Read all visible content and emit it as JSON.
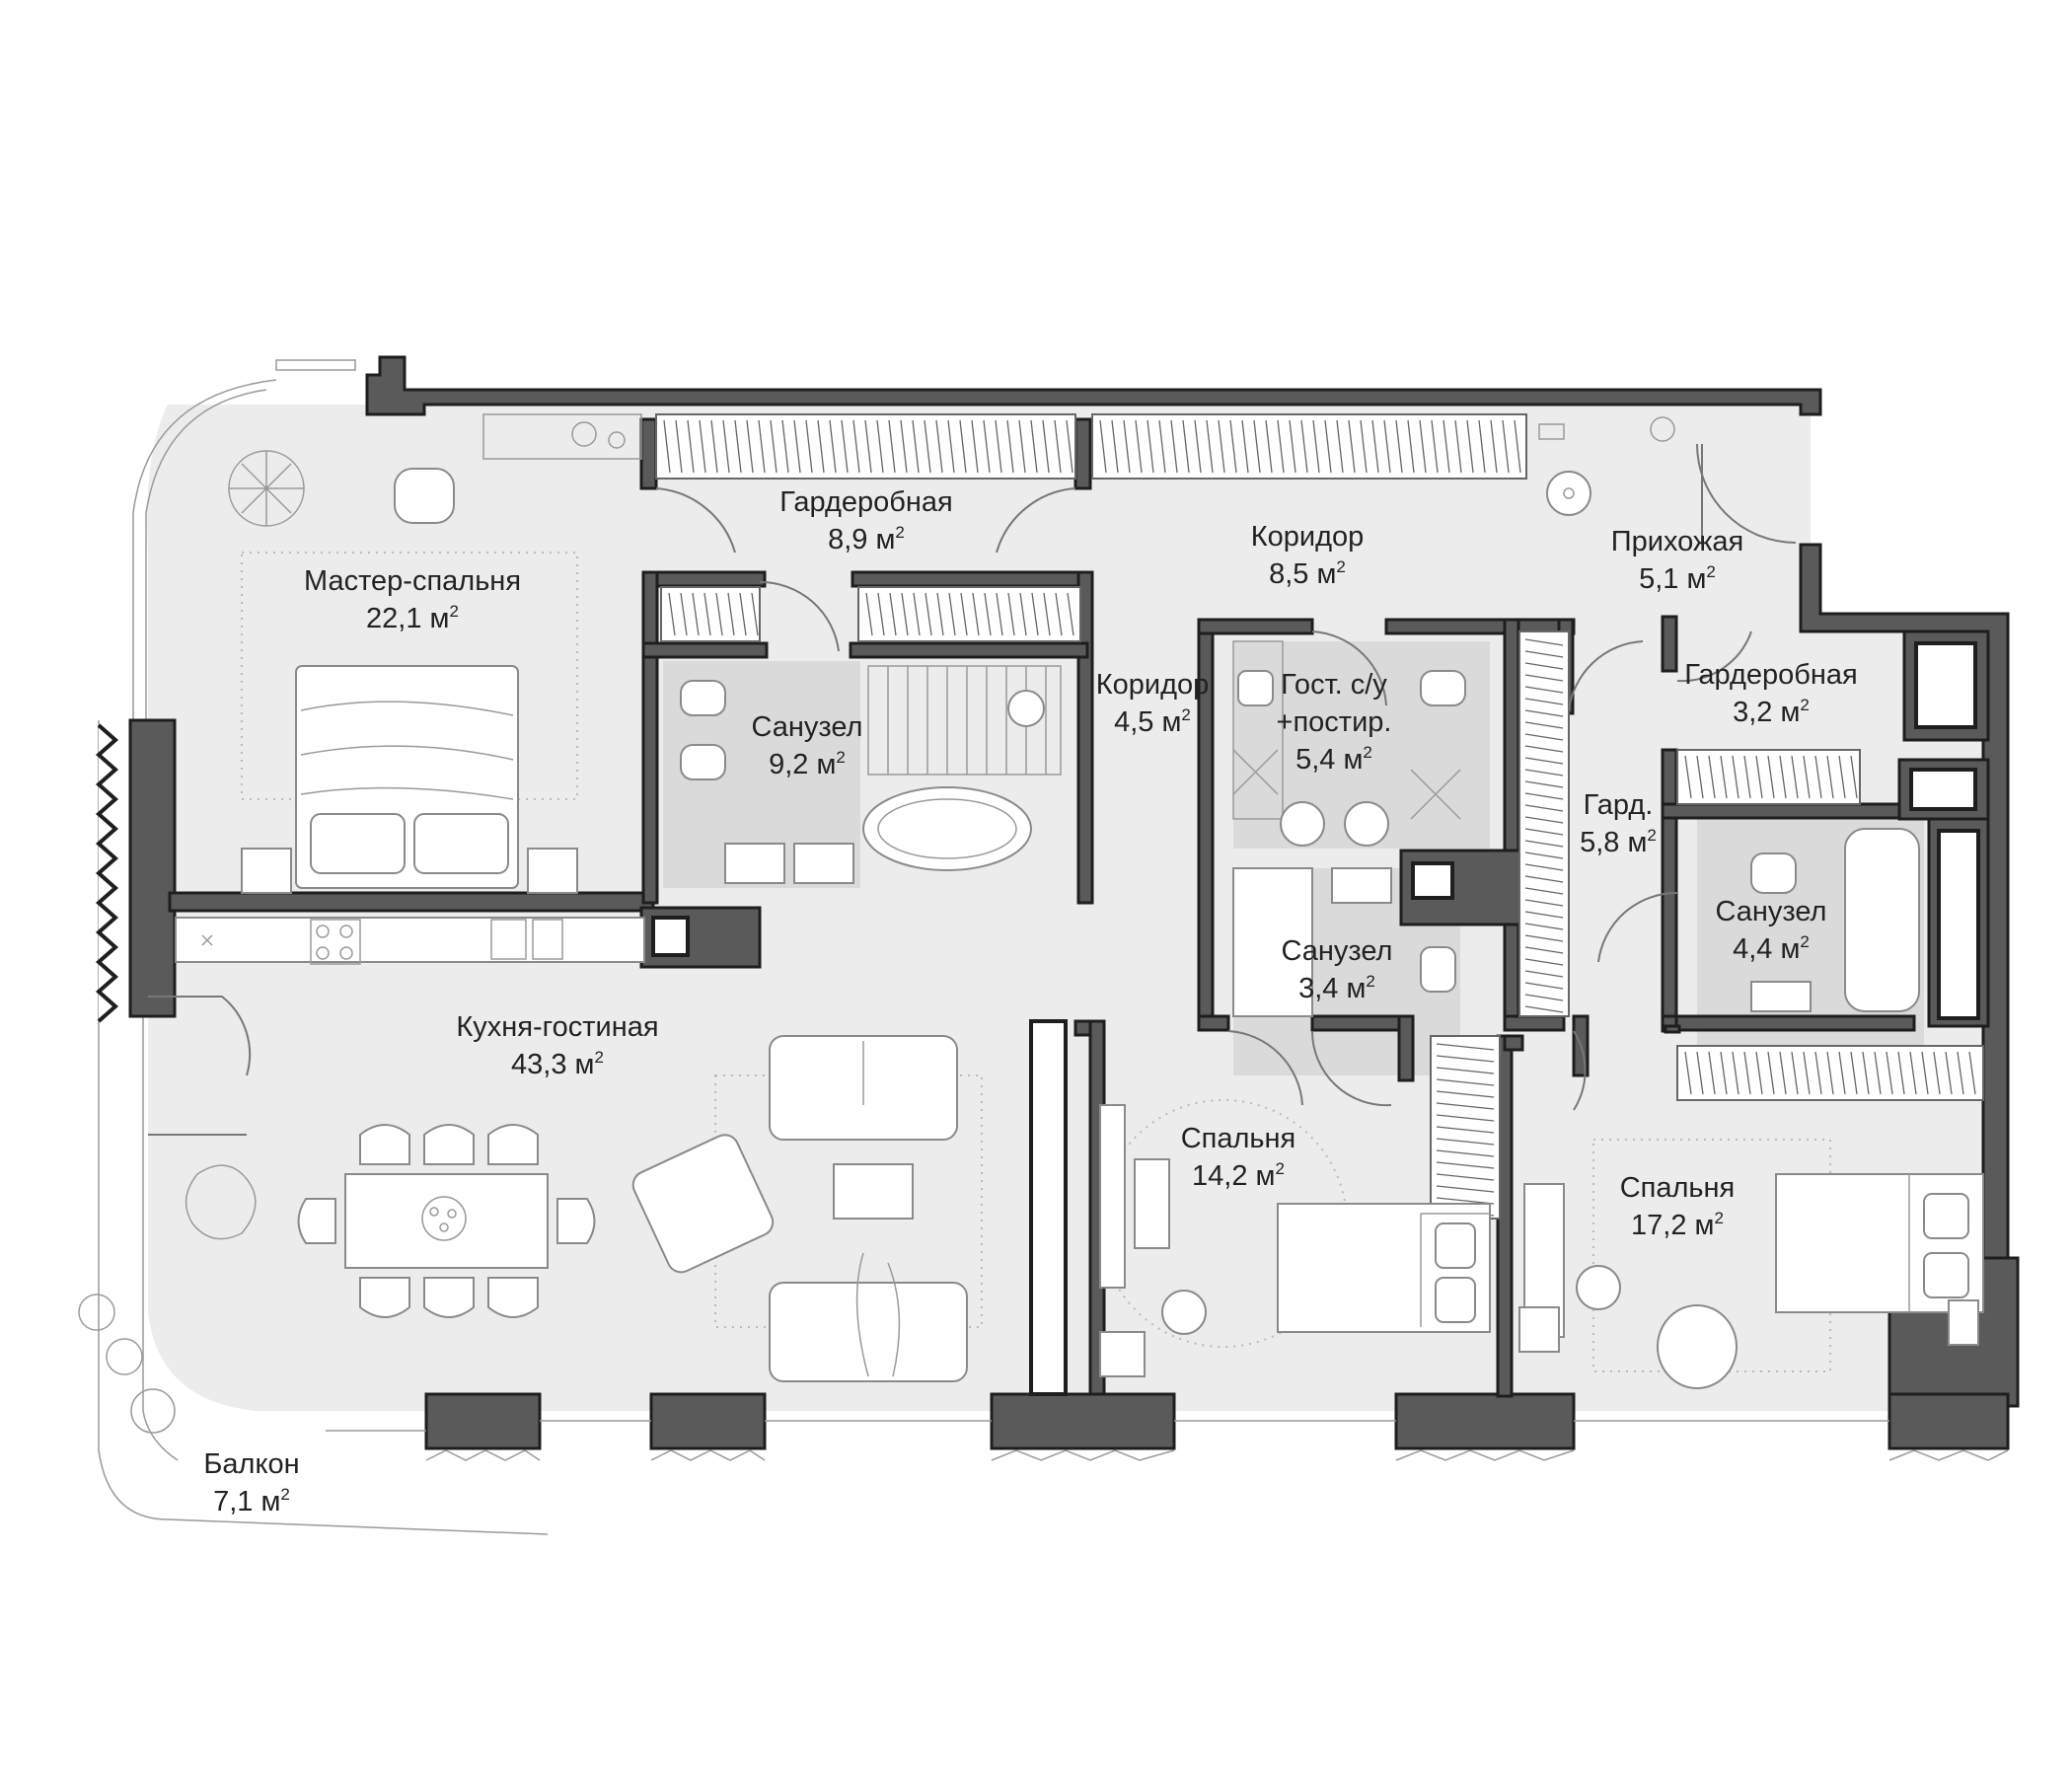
{
  "plan": {
    "colors": {
      "wall": "#5a5a5a",
      "outline": "#1e1e1e",
      "floor": "#ececec",
      "furniture": "#8a8a8a",
      "text": "#222222"
    },
    "area_unit": "м",
    "area_exponent": "2",
    "rooms": [
      {
        "id": "master-bedroom",
        "name": "Мастер-спальня",
        "area": "22,1"
      },
      {
        "id": "wardrobe-1",
        "name": "Гардеробная",
        "area": "8,9"
      },
      {
        "id": "bathroom-master",
        "name": "Санузел",
        "area": "9,2"
      },
      {
        "id": "corridor-1",
        "name": "Коридор",
        "area": "8,5"
      },
      {
        "id": "corridor-2",
        "name": "Коридор",
        "area": "4,5"
      },
      {
        "id": "hallway",
        "name": "Прихожая",
        "area": "5,1"
      },
      {
        "id": "wardrobe-2",
        "name": "Гардеробная",
        "area": "3,2"
      },
      {
        "id": "guest-wc",
        "name": "Гост. с/у\n+постир.",
        "area": "5,4"
      },
      {
        "id": "wardrobe-3",
        "name": "Гард.",
        "area": "5,8"
      },
      {
        "id": "bathroom-2",
        "name": "Санузел",
        "area": "4,4"
      },
      {
        "id": "bathroom-3",
        "name": "Санузел",
        "area": "3,4"
      },
      {
        "id": "kitchen-living",
        "name": "Кухня-гостиная",
        "area": "43,3"
      },
      {
        "id": "bedroom-1",
        "name": "Спальня",
        "area": "14,2"
      },
      {
        "id": "bedroom-2",
        "name": "Спальня",
        "area": "17,2"
      },
      {
        "id": "balcony",
        "name": "Балкон",
        "area": "7,1"
      }
    ]
  }
}
